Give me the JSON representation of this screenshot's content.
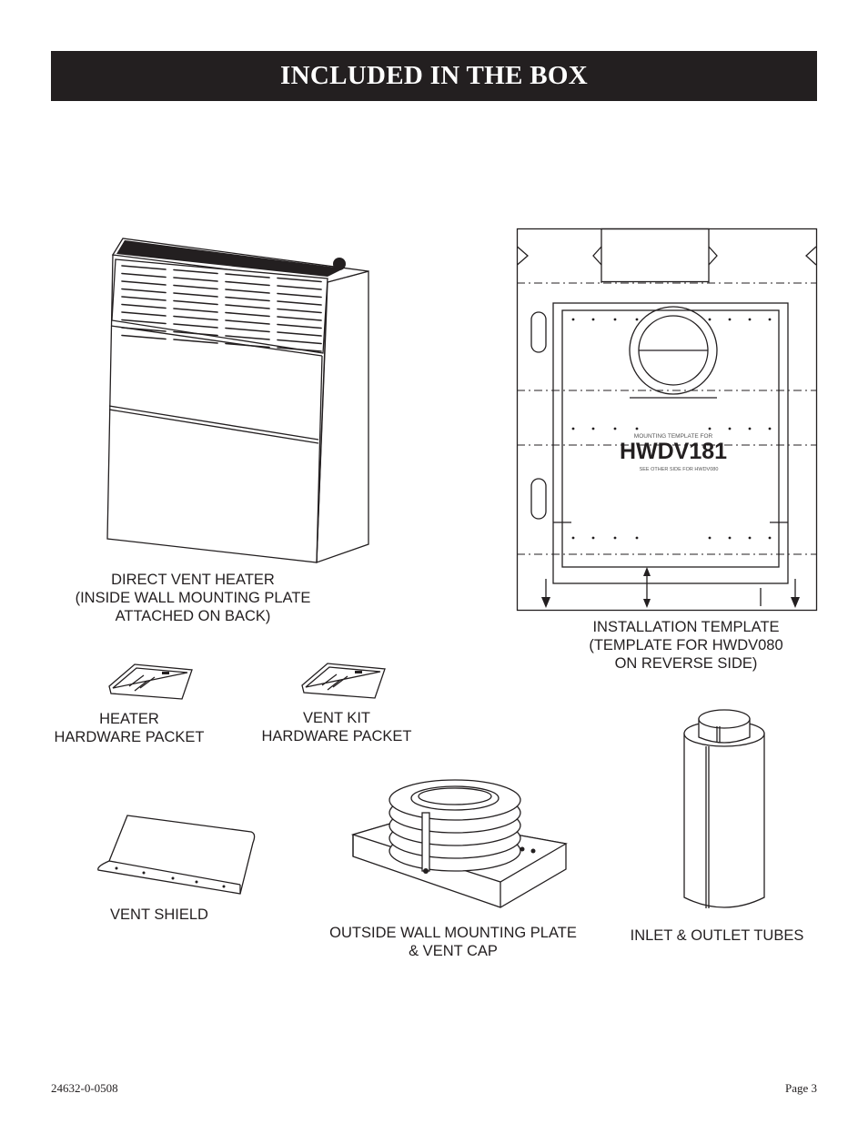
{
  "header": {
    "title": "INCLUDED IN THE BOX"
  },
  "items": {
    "heater": {
      "lines": [
        "DIRECT VENT HEATER",
        "(INSIDE WALL MOUNTING PLATE",
        "ATTACHED ON BACK)"
      ]
    },
    "template": {
      "lines": [
        "INSTALLATION TEMPLATE",
        "(TEMPLATE FOR HWDV080",
        "ON REVERSE SIDE)"
      ],
      "drawing_text": {
        "top": "MOUNTING TEMPLATE FOR",
        "model": "HWDV181",
        "bottom": "SEE OTHER SIDE FOR HWDV080"
      }
    },
    "heater_packet": {
      "lines": [
        "HEATER",
        "HARDWARE PACKET"
      ]
    },
    "vent_kit_packet": {
      "lines": [
        "VENT KIT",
        "HARDWARE PACKET"
      ]
    },
    "vent_shield": {
      "lines": [
        "VENT SHIELD"
      ]
    },
    "vent_cap": {
      "lines": [
        "OUTSIDE WALL MOUNTING PLATE",
        "& VENT CAP"
      ]
    },
    "tubes": {
      "lines": [
        "INLET & OUTLET TUBES"
      ]
    }
  },
  "footer": {
    "doc_number": "24632-0-0508",
    "page": "Page 3"
  }
}
